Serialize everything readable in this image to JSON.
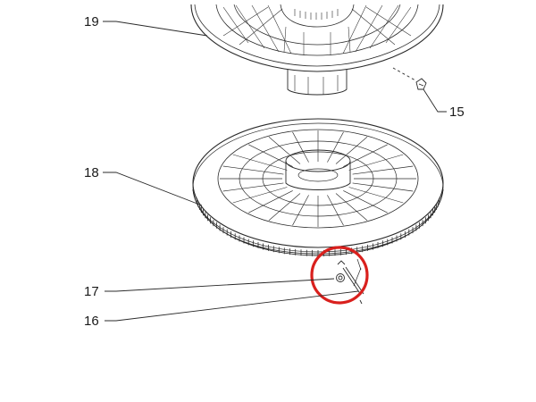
{
  "diagram": {
    "callouts": [
      {
        "id": "c19",
        "label": "19"
      },
      {
        "id": "c15",
        "label": "15"
      },
      {
        "id": "c18",
        "label": "18"
      },
      {
        "id": "c17",
        "label": "17"
      },
      {
        "id": "c16",
        "label": "16"
      }
    ],
    "highlight_color": "#d9201d",
    "line_color": "#2a2a2a"
  }
}
